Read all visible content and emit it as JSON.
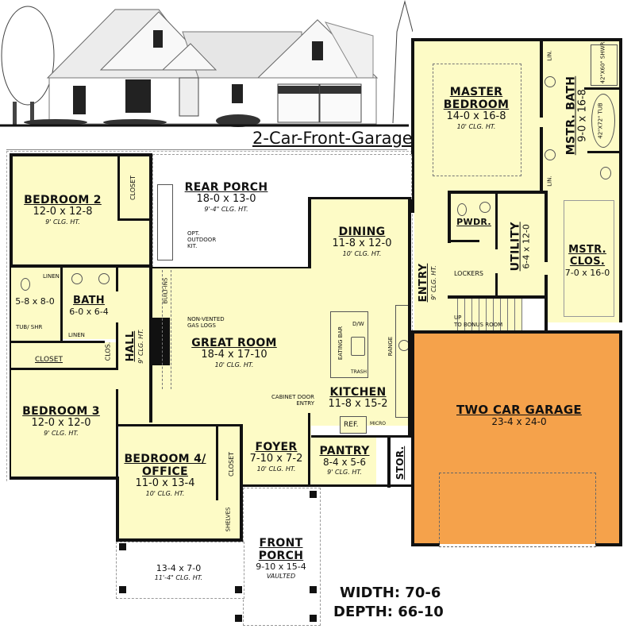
{
  "elevation": {
    "caption": "2-Car-Front-Garage",
    "icon": "house-elevation-drawing"
  },
  "rooms": {
    "master_bedroom": {
      "name": "MASTER BEDROOM",
      "line1": "MASTER",
      "line2": "BEDROOM",
      "dims": "14-0 x 16-8",
      "ceiling": "10' CLG. HT."
    },
    "master_bath": {
      "name": "MSTR. BATH",
      "dims": "9-0 x 16-8"
    },
    "shower": {
      "name": "42\"X60\" SHWR."
    },
    "tub": {
      "name": "42\"X72\" TUB"
    },
    "linen_top": {
      "name": "LIN."
    },
    "linen_bottom": {
      "name": "LIN."
    },
    "bedroom2": {
      "name": "BEDROOM 2",
      "dims": "12-0 x 12-8",
      "ceiling": "9' CLG. HT."
    },
    "closet_b2": {
      "name": "CLOSET"
    },
    "rear_porch": {
      "name": "REAR PORCH",
      "dims": "18-0 x 13-0",
      "ceiling": "9'-4\" CLG. HT.",
      "note": "OPT. OUTDOOR KIT."
    },
    "dining": {
      "name": "DINING",
      "dims": "11-8 x 12-0",
      "ceiling": "10' CLG. HT."
    },
    "pwdr": {
      "name": "PWDR."
    },
    "utility": {
      "name": "UTILITY",
      "dims": "6-4 x 12-0"
    },
    "mstr_clos": {
      "name": "MSTR. CLOS.",
      "line1": "MSTR.",
      "line2": "CLOS.",
      "dims": "7-0 x 16-0"
    },
    "lockers": {
      "name": "LOCKERS"
    },
    "entry": {
      "name": "ENTRY",
      "ceiling": "9' CLG. HT."
    },
    "stairs": {
      "line1": "UP",
      "line2": "TO BONUS ROOM"
    },
    "bath_small": {
      "dims": "5-8 x 8-0",
      "tub": "TUB/ SHR",
      "linen": "LINEN"
    },
    "bath": {
      "name": "BATH",
      "dims": "6-0 x 6-4",
      "linen": "LINEN"
    },
    "hall": {
      "name": "HALL",
      "ceiling": "9' CLG. HT.",
      "clos": "CLOS."
    },
    "closet_hall": {
      "name": "CLOSET"
    },
    "great_room": {
      "name": "GREAT ROOM",
      "dims": "18-4 x 17-10",
      "ceiling": "10' CLG. HT.",
      "builtins": "BUILT-INS",
      "fireplace_note": "NON-VENTED GAS LOGS"
    },
    "kitchen": {
      "name": "KITCHEN",
      "dims": "11-8 x 15-2",
      "eating_bar": "EATING BAR",
      "dw": "D/W",
      "trash": "TRASH",
      "range": "RANGE",
      "ref": "REF.",
      "micro": "MICRO",
      "cabinet_note": "CABINET DOOR ENTRY"
    },
    "bedroom3": {
      "name": "BEDROOM 3",
      "dims": "12-0 x 12-0",
      "ceiling": "9' CLG. HT."
    },
    "bedroom4": {
      "name": "BEDROOM 4/ OFFICE",
      "line1": "BEDROOM 4/",
      "line2": "OFFICE",
      "dims": "11-0 x 13-4",
      "ceiling": "10' CLG. HT.",
      "closet": "CLOSET",
      "shelves": "SHELVES"
    },
    "foyer": {
      "name": "FOYER",
      "dims": "7-10 x 7-2",
      "ceiling": "10' CLG. HT."
    },
    "pantry": {
      "name": "PANTRY",
      "dims": "8-4 x 5-6",
      "ceiling": "9' CLG. HT."
    },
    "stor": {
      "name": "STOR."
    },
    "garage": {
      "name": "TWO CAR GARAGE",
      "dims": "23-4 x 24-0",
      "color": "#f5a24b"
    },
    "front_porch": {
      "name": "FRONT PORCH",
      "line1": "FRONT",
      "line2": "PORCH",
      "dims": "9-10 x 15-4",
      "ceiling": "VAULTED"
    },
    "side_porch": {
      "dims": "13-4 x 7-0",
      "ceiling": "11'-4\" CLG. HT."
    }
  },
  "summary": {
    "width": "WIDTH: 70-6",
    "depth": "DEPTH: 66-10"
  },
  "colors": {
    "room_fill": "#fdfbc6",
    "garage_fill": "#f5a24b",
    "wall": "#111111"
  }
}
